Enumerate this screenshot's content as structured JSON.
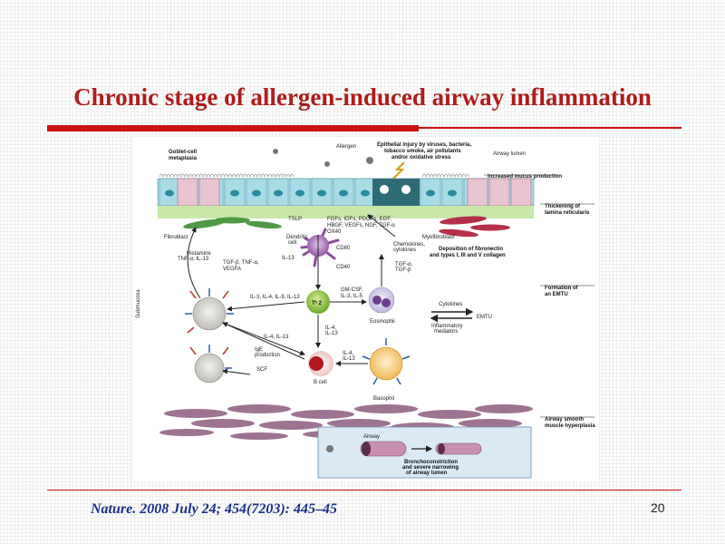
{
  "slide": {
    "title": "Chronic stage of allergen-induced airway inflammation",
    "citation": "Nature. 2008 July 24; 454(7203): 445–45",
    "page_number": "20"
  },
  "colors": {
    "title": "#b01c1c",
    "rule": "#cc1111",
    "citation": "#1c2f8c"
  },
  "diagram": {
    "labels": {
      "goblet": "Goblet-cell",
      "goblet2": "metaplasia",
      "allergen": "Allergen",
      "epi1": "Epithelial injury by viruses, bacteria,",
      "epi2": "tobacco smoke, air pollutants",
      "epi3": "and/or oxidative stress",
      "lumen": "Airway lumen",
      "mucus": "Increased mucus production",
      "lamina1": "Thickening of",
      "lamina2": "lamina reticularis",
      "tslp": "TSLP",
      "gf1": "FGFs, IGFs, PDGFs, EGF,",
      "gf2": "HBGF, VEGFs, NGF, TGF-α",
      "fibroblast": "Fibroblast",
      "myofibroblast": "Myofibroblast",
      "ox40": "OX40",
      "dendritic1": "Dendritic",
      "dendritic2": "cell",
      "cd80": "CD80",
      "cd40": "CD40",
      "il13a": "IL-13",
      "chemo1": "Chemokines,",
      "chemo2": "cytokines",
      "tgfa": "TGF-α,",
      "tgfb": "TGF-β",
      "fibronectin1": "Deposition of fibronectin",
      "fibronectin2": "and types I, III and V collagen",
      "histamine1": "Histamine",
      "histamine2": "TNF-α, IL-13",
      "tgfb2a": "TGF-β, TNF-α,",
      "tgfb2b": "VEGFA",
      "submucosa": "Submucosa",
      "emtu1": "Formation of",
      "emtu2": "an EMTU",
      "il_series": "IL-3, IL-4, IL-9, IL-13",
      "th2": "Tʰ 2",
      "gmcsf1": "GM-CSF,",
      "gmcsf2": "IL-3, IL-5",
      "eosinophil": "Eosinophil",
      "cytokines": "Cytokines",
      "emtu": "EMTU",
      "inflam1": "Inflammatory",
      "inflam2": "mediators",
      "il4a": "IL-4, IL-13",
      "il4b1": "IL-4,",
      "il4b2": "IL-13",
      "il4c1": "IL-4,",
      "il4c2": "IL-13",
      "ige1": "IgE",
      "ige2": "production",
      "scf": "SCF",
      "bcell": "B cell",
      "basophil": "Basophil",
      "smooth1": "Airway smooth",
      "smooth2": "muscle hyperplasia",
      "airway": "Airway",
      "broncho1": "Bronchoconstriction",
      "broncho2": "and severe narrowing",
      "broncho3": "of airway lumen"
    }
  }
}
